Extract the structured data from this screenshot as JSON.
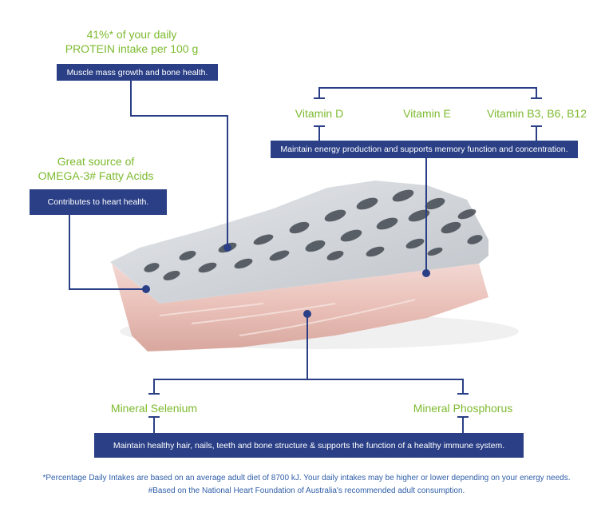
{
  "protein": {
    "line1": "41%* of your daily",
    "line2": "PROTEIN intake per 100 g",
    "box": "Muscle mass growth and bone health."
  },
  "omega": {
    "line1": "Great source of",
    "line2": "OMEGA-3# Fatty Acids",
    "box": "Contributes to heart health."
  },
  "vitamins": {
    "items": [
      "Vitamin D",
      "Vitamin E",
      "Vitamin B3, B6, B12"
    ],
    "box": "Maintain energy production and supports memory function and concentration."
  },
  "minerals": {
    "items": [
      "Mineral Selenium",
      "Mineral Phosphorus"
    ],
    "box": "Maintain healthy hair, nails, teeth and bone structure & supports the function of a healthy immune system."
  },
  "footnotes": {
    "line1": "*Percentage Daily Intakes are based on an average adult diet of 8700 kJ. Your daily intakes may be higher or lower depending on your energy needs.",
    "line2": "#Based on the National Heart Foundation of Australia's recommended adult consumption."
  },
  "colors": {
    "green": "#7dba2f",
    "navy": "#2a3f86",
    "footnote_blue": "#2f5ea8"
  }
}
